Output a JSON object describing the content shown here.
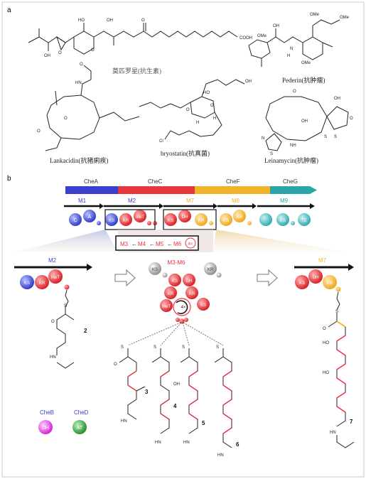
{
  "panel_a": {
    "label": "a",
    "compounds": [
      {
        "name": "莫匹罗星(抗生素)"
      },
      {
        "name": "Pederin(抗肿瘤)"
      },
      {
        "name": "Lankacidin(抗猪痢疾)"
      },
      {
        "name": "bryostatin(抗真菌)"
      },
      {
        "name": "Leinamycin(抗肿瘤)"
      }
    ],
    "atoms": {
      "cooh": "COOH",
      "oh": "OH",
      "ho": "HO",
      "o": "O",
      "ome": "OMe",
      "n": "N",
      "h": "H",
      "hn": "HN",
      "cl": "Cl",
      "s": "S",
      "nh": "NH"
    }
  },
  "panel_b": {
    "label": "b",
    "genes": [
      {
        "name": "CheA",
        "color": "#3a3fd0"
      },
      {
        "name": "CheC",
        "color": "#e8363d"
      },
      {
        "name": "CheF",
        "color": "#f0b429"
      },
      {
        "name": "CheG",
        "color": "#2aa6a8"
      }
    ],
    "modules": [
      {
        "name": "M1",
        "color": "#3a3fd0"
      },
      {
        "name": "M2",
        "color": "#3a3fd0"
      },
      {
        "name": "M7",
        "color": "#f0b429"
      },
      {
        "name": "M8",
        "color": "#f0b429"
      },
      {
        "name": "M9",
        "color": "#2aa6a8"
      }
    ],
    "domains": {
      "c": "C",
      "a": "A",
      "ks": "KS",
      "kr": "KR",
      "met": "MeT",
      "dh": "DH",
      "te": "TE"
    },
    "iteration": {
      "m3": "M3",
      "m4": "M4",
      "m5": "M5",
      "m6": "M6",
      "count": "4×",
      "arrow": "←"
    },
    "details": {
      "left_title": "M2",
      "center_title": "M3-M6",
      "right_title": "M7"
    },
    "intermediates": [
      "2",
      "3",
      "4",
      "5",
      "6",
      "7"
    ],
    "trans_domains": [
      {
        "gene": "CheB",
        "domain": "DH",
        "color": "#e040e0"
      },
      {
        "gene": "CheD",
        "domain": "AT",
        "color": "#2e9e3a"
      }
    ]
  }
}
